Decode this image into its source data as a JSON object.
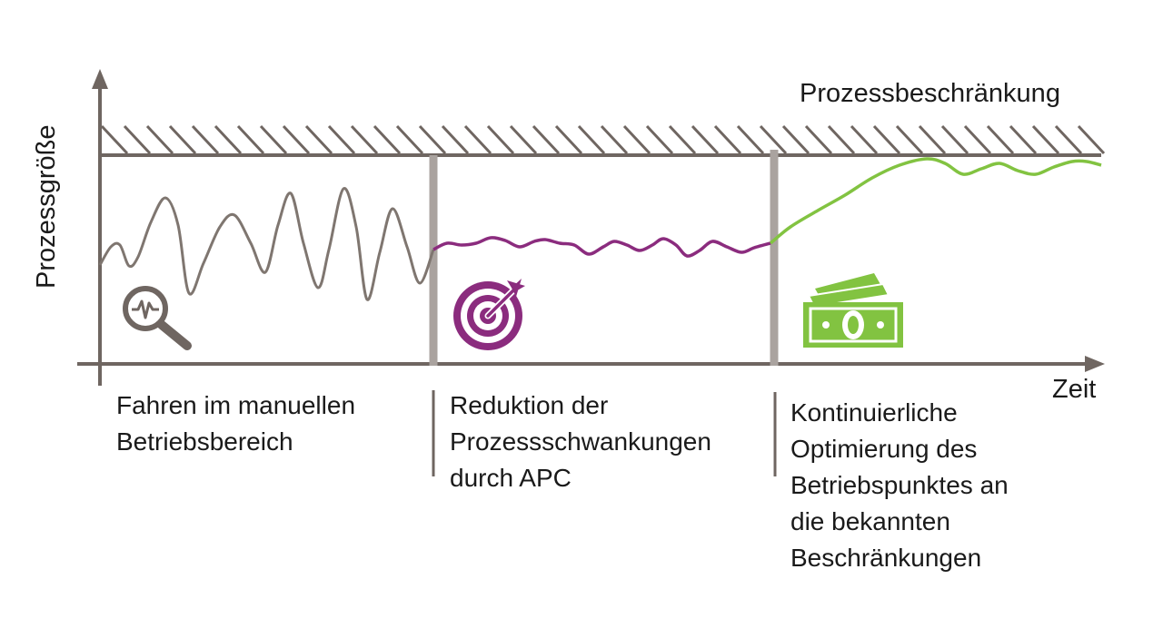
{
  "labels": {
    "constraint": "Prozessbeschränkung",
    "x_axis": "Zeit",
    "y_axis": "Prozessgröße"
  },
  "phases": [
    {
      "lines": [
        "Fahren im manuellen",
        "Betriebsbereich"
      ],
      "icon": "magnifier-signal-icon",
      "curve_color": "#7f7670"
    },
    {
      "lines": [
        "Reduktion der",
        "Prozessschwankungen",
        "durch APC"
      ],
      "icon": "target-arrow-icon",
      "curve_color": "#8b2c7e"
    },
    {
      "lines": [
        "Kontinuierliche",
        "Optimierung des",
        "Betriebspunktes an",
        "die bekannten",
        "Beschränkungen"
      ],
      "icon": "money-bills-icon",
      "curve_color": "#82c341"
    }
  ],
  "colors": {
    "axis": "#6f6661",
    "divider": "#aaa39f",
    "manual": "#7f7670",
    "apc": "#8b2c7e",
    "optimization": "#82c341"
  }
}
